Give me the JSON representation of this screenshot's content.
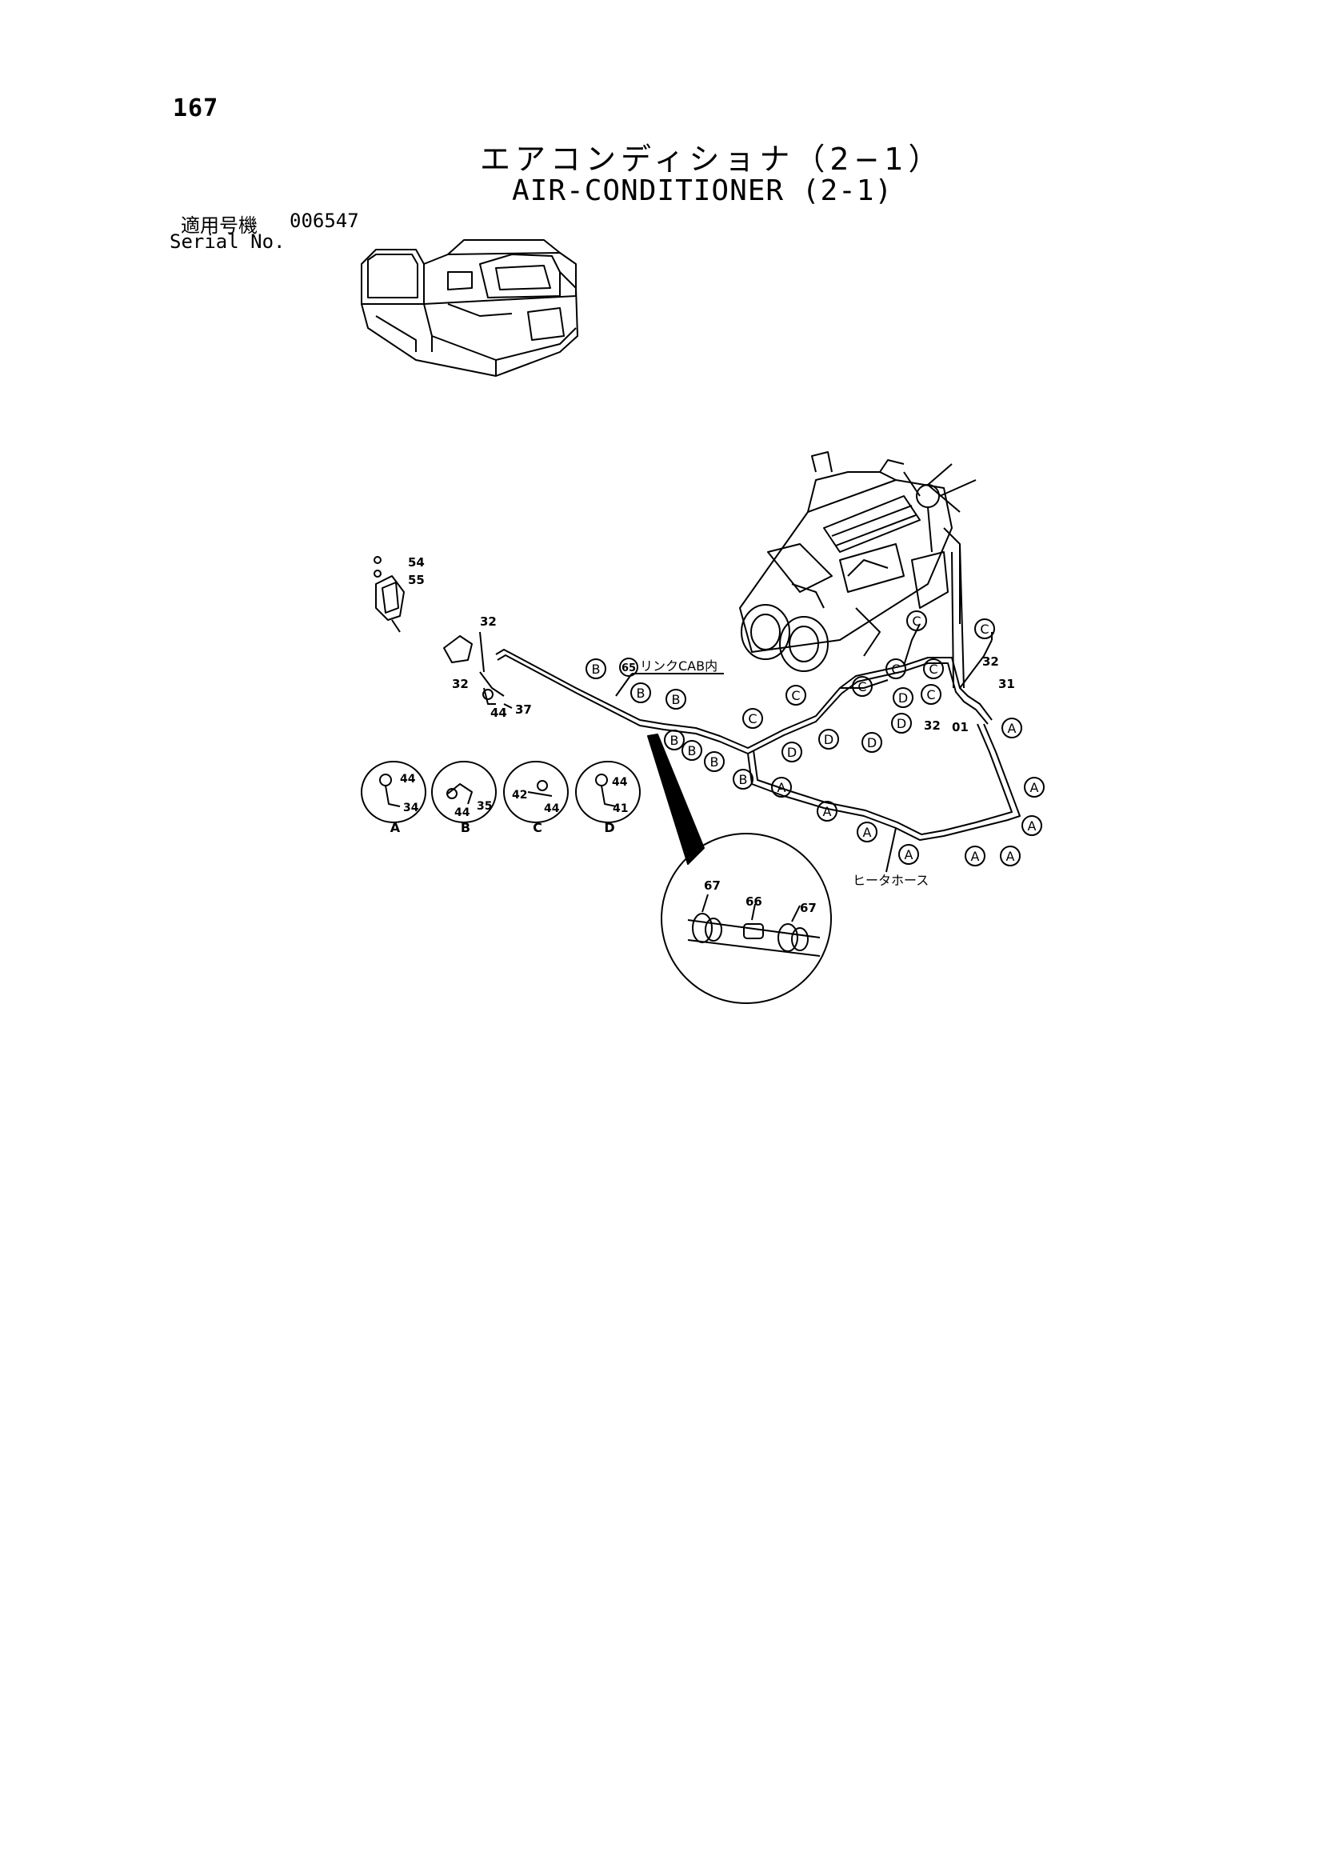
{
  "page": {
    "number": "167",
    "title_jp": "エアコンディショナ（2−1）",
    "title_en": "AIR-CONDITIONER (2-1)",
    "serial_label_jp": "適用号機",
    "serial_value": "006547",
    "serial_label_en": "Serial No."
  },
  "diagram": {
    "note_cab": "リンクCAB内",
    "note_heater_hose": "ヒータホース",
    "part_numbers": {
      "p54": "54",
      "p55": "55",
      "p32a": "32",
      "p32b": "32",
      "p44": "44",
      "p37": "37",
      "p65": "65",
      "p32c": "32",
      "p31": "31",
      "p32d": "32",
      "p01": "01",
      "p67a": "67",
      "p66": "66",
      "p67b": "67"
    },
    "details": [
      {
        "letter": "A",
        "parts": [
          "44",
          "34"
        ]
      },
      {
        "letter": "B",
        "parts": [
          "44",
          "35"
        ]
      },
      {
        "letter": "C",
        "parts": [
          "42",
          "44"
        ]
      },
      {
        "letter": "D",
        "parts": [
          "44",
          "41"
        ]
      }
    ],
    "ref_letters": {
      "B": "B",
      "C": "C",
      "D": "D",
      "A": "A"
    }
  }
}
